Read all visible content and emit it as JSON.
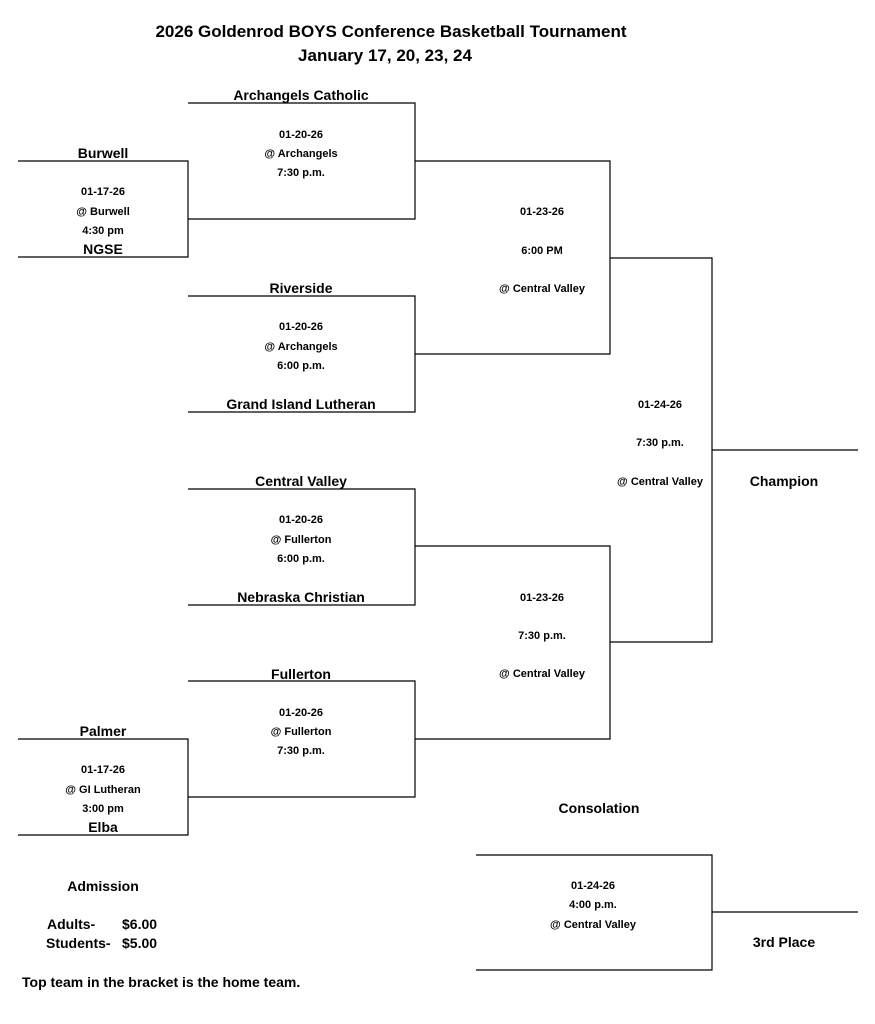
{
  "header": {
    "title": "2026  Goldenrod BOYS Conference Basketball Tournament",
    "dates": "January 17, 20, 23, 24"
  },
  "first_round": [
    {
      "top": "Burwell",
      "bottom": "NGSE",
      "date": "01-17-26",
      "site": "@ Burwell",
      "time": "4:30 pm"
    },
    {
      "top": "Palmer",
      "bottom": "Elba",
      "date": "01-17-26",
      "site": "@ GI Lutheran",
      "time": "3:00 pm"
    }
  ],
  "quarterfinals": [
    {
      "top": "Archangels Catholic",
      "bottom": "",
      "date": "01-20-26",
      "site": "@ Archangels",
      "time": "7:30 p.m."
    },
    {
      "top": "Riverside",
      "bottom": "Grand Island Lutheran",
      "date": "01-20-26",
      "site": "@ Archangels",
      "time": "6:00 p.m."
    },
    {
      "top": "Central Valley",
      "bottom": "Nebraska Christian",
      "date": "01-20-26",
      "site": "@ Fullerton",
      "time": "6:00 p.m."
    },
    {
      "top": "Fullerton",
      "bottom": "",
      "date": "01-20-26",
      "site": "@ Fullerton",
      "time": "7:30 p.m."
    }
  ],
  "semifinals": [
    {
      "date": "01-23-26",
      "time": "6:00 PM",
      "site": "@ Central Valley"
    },
    {
      "date": "01-23-26",
      "time": "7:30 p.m.",
      "site": "@ Central Valley"
    }
  ],
  "final": {
    "date": "01-24-26",
    "time": "7:30 p.m.",
    "site": "@ Central Valley",
    "result_label": "Champion"
  },
  "consolation": {
    "heading": "Consolation",
    "date": "01-24-26",
    "time": "4:00 p.m.",
    "site": "@ Central Valley",
    "result_label": "3rd Place"
  },
  "admission": {
    "heading": "Admission",
    "adults_label": "Adults-",
    "adults_price": "$6.00",
    "students_label": "Students-",
    "students_price": "$5.00"
  },
  "footnote": "Top team in the bracket is the home team."
}
